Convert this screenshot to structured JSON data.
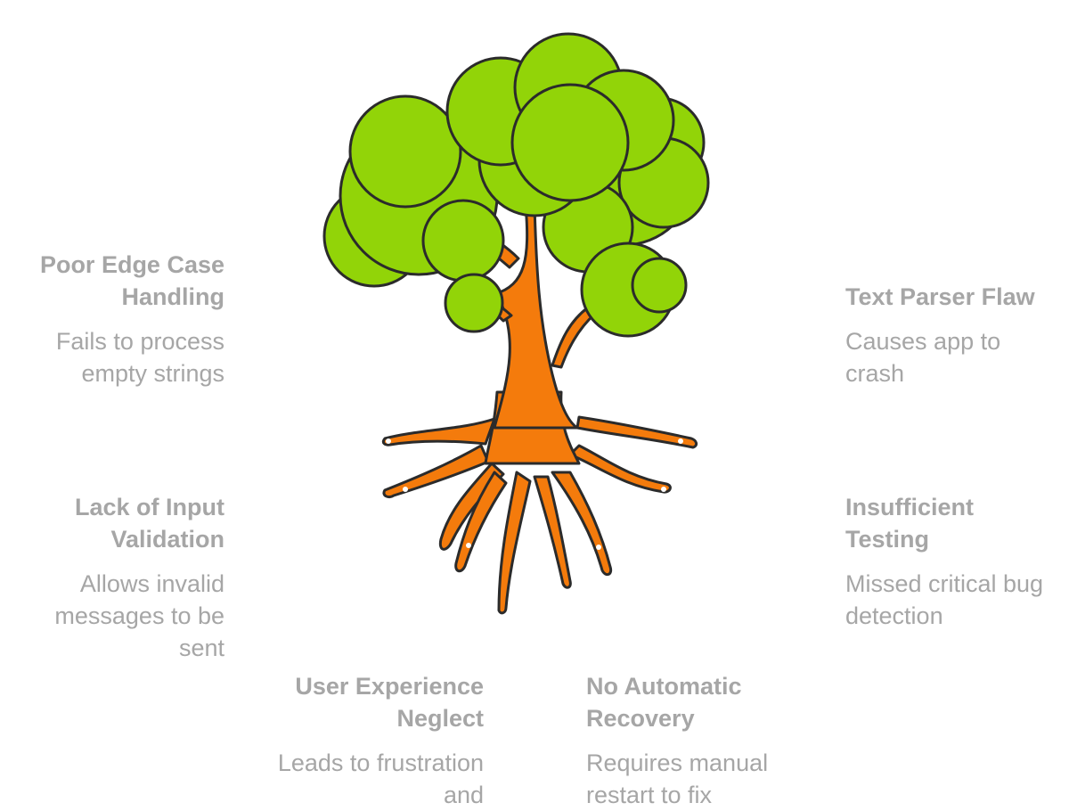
{
  "causes": {
    "edge_case": {
      "title": "Poor Edge Case Handling",
      "desc": "Fails to process empty strings"
    },
    "input_validation": {
      "title": "Lack of Input Validation",
      "desc": "Allows invalid messages to be sent"
    },
    "ux_neglect": {
      "title": "User Experience Neglect",
      "desc": "Leads to frustration and"
    },
    "auto_recovery": {
      "title": "No Automatic Recovery",
      "desc": "Requires manual restart to fix"
    },
    "parser_flaw": {
      "title": "Text Parser Flaw",
      "desc": "Causes app to crash"
    },
    "testing": {
      "title": "Insufficient Testing",
      "desc": "Missed critical bug detection"
    }
  },
  "colors": {
    "foliage": "#92d408",
    "trunk": "#f47b0c",
    "outline": "#2b2b2b",
    "label_text": "#a6a6a6"
  },
  "icons": {
    "central": "tree-icon"
  }
}
